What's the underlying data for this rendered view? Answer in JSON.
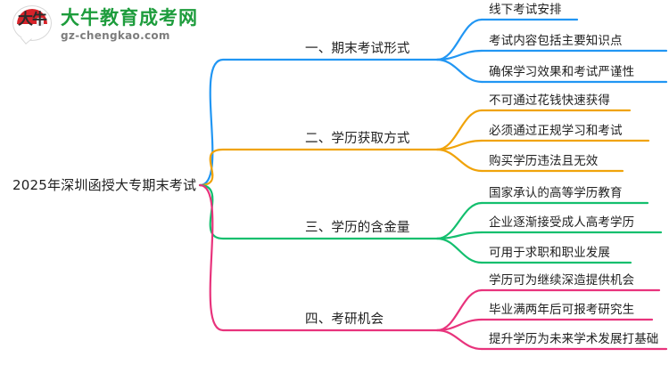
{
  "logo": {
    "mark_text": "大牛",
    "title": "大牛教育成考网",
    "subtitle": "gz-chengkao.com",
    "brand_green": "#1d9c3c",
    "brand_red": "#d7232a"
  },
  "mindmap": {
    "root": {
      "label": "2025年深圳函授大专期末考试"
    },
    "branches": [
      {
        "label": "一、期末考试形式",
        "color": "#2196f3",
        "children": [
          {
            "label": "线下考试安排"
          },
          {
            "label": "考试内容包括主要知识点"
          },
          {
            "label": "确保学习效果和考试严谨性"
          }
        ]
      },
      {
        "label": "二、学历获取方式",
        "color": "#f0a30a",
        "children": [
          {
            "label": "不可通过花钱快速获得"
          },
          {
            "label": "必须通过正规学习和考试"
          },
          {
            "label": "购买学历违法且无效"
          }
        ]
      },
      {
        "label": "三、学历的含金量",
        "color": "#13bf6e",
        "children": [
          {
            "label": "国家承认的高等学历教育"
          },
          {
            "label": "企业逐渐接受成人高考学历"
          },
          {
            "label": "可用于求职和职业发展"
          }
        ]
      },
      {
        "label": "四、考研机会",
        "color": "#e8337c",
        "children": [
          {
            "label": "学历可为继续深造提供机会"
          },
          {
            "label": "毕业满两年后可报考研究生"
          },
          {
            "label": "提升学历为未来学术发展打基础"
          }
        ]
      }
    ]
  }
}
